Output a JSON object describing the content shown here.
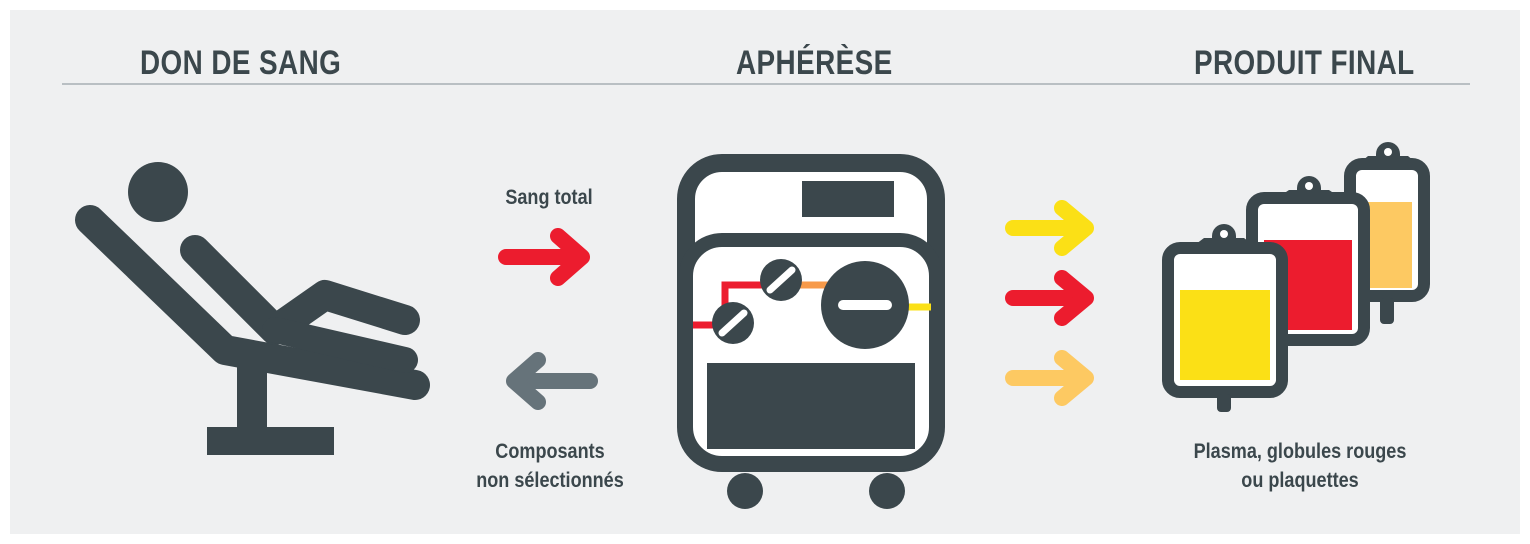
{
  "headings": {
    "donation": "DON DE SANG",
    "apheresis": "APHÉRÈSE",
    "final_product": "PRODUIT FINAL"
  },
  "labels": {
    "whole_blood": "Sang total",
    "unselected_line1": "Composants",
    "unselected_line2": "non sélectionnés",
    "products_line1": "Plasma, globules rouges",
    "products_line2": "ou plaquettes"
  },
  "colors": {
    "background": "#eff0f1",
    "dark": "#3b474c",
    "red": "#ec1c2e",
    "yellow": "#fbe016",
    "light_orange": "#fdc962",
    "orange": "#f79a4a",
    "gray_arrow": "#66737a"
  },
  "icons": [
    "reclined-donor-icon",
    "apheresis-machine-icon",
    "blood-bag-icon"
  ]
}
